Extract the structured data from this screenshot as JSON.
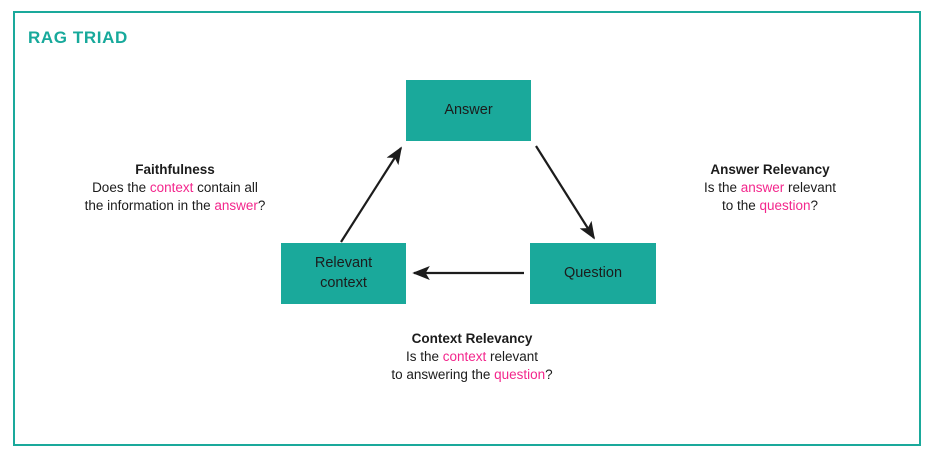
{
  "page": {
    "title": "RAG TRIAD",
    "accent_teal": "#1aa99b",
    "highlight_pink": "#f3268c",
    "text_color": "#1c1c1c",
    "background": "#ffffff"
  },
  "diagram": {
    "type": "triad-cycle",
    "nodes": [
      {
        "id": "answer",
        "label": "Answer",
        "fill": "#1aa99b"
      },
      {
        "id": "question",
        "label": "Question",
        "fill": "#1aa99b"
      },
      {
        "id": "context",
        "label": "Relevant\ncontext",
        "label_line1": "Relevant",
        "label_line2": "context",
        "fill": "#1aa99b"
      }
    ],
    "edges": [
      {
        "id": "answer-to-question",
        "from": "answer",
        "to": "question",
        "direction": "down-right",
        "color": "#1c1c1c"
      },
      {
        "id": "question-to-context",
        "from": "question",
        "to": "context",
        "direction": "left",
        "color": "#1c1c1c"
      },
      {
        "id": "context-to-answer",
        "from": "context",
        "to": "answer",
        "direction": "up-right",
        "color": "#1c1c1c"
      }
    ],
    "captions": [
      {
        "id": "faithfulness",
        "title": "Faithfulness",
        "line1_a": "Does the ",
        "line1_hl": "context",
        "line1_b": " contain all",
        "line2_a": "the information in the ",
        "line2_hl": "answer",
        "line2_b": "?"
      },
      {
        "id": "answer-relevancy",
        "title": "Answer Relevancy",
        "line1_a": "Is the ",
        "line1_hl": "answer",
        "line1_b": " relevant",
        "line2_a": "to the ",
        "line2_hl": "question",
        "line2_b": "?"
      },
      {
        "id": "context-relevancy",
        "title": "Context Relevancy",
        "line1_a": "Is the ",
        "line1_hl": "context",
        "line1_b": " relevant",
        "line2_a": "to answering the ",
        "line2_hl": "question",
        "line2_b": "?"
      }
    ]
  }
}
